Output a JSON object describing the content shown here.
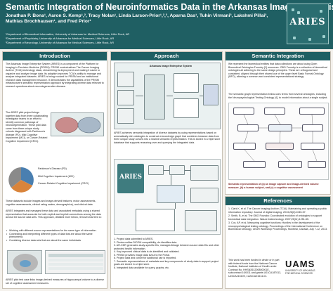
{
  "header": {
    "title": "Semantic Integration of Neuroinformatics Data in the Arkansas Image Enterprise System",
    "authors_line1": "Jonathan P. Bona¹, Aaron S. Kemp¹,², Tracy Nolan¹, Linda Larson-Prior¹,²,³, Aparna Das¹, Tuhin Virmani³, Lakshmi Pillai³,",
    "authors_line2": "Mathias Brochhausen¹, and Fred Prior¹",
    "affiliations": [
      "¹Department of Biomedical Informatics, University of Arkansas for Medical Sciences, Little Rock, AR",
      "²Department of Psychiatry, University of Arkansas for Medical Sciences, Little Rock, AR",
      "³Department of Neurology, University of Arkansas for Medical Sciences, Little Rock, AR"
    ],
    "logo_text": "ARIES"
  },
  "introduction": {
    "heading": "Introduction",
    "para1": "The Arkansas Image Enterprise System (ARIES) is a component of the Platform for Imaging in Precision Medicine (PRISM). PRISM contextualizes The Cancer Imaging Archive (TCIA) technology stack, streamlining its deployment and making it easier to organize and analyze image data. Its adaption improves TCIA's ability to manage and analyze integrated datasets. ARIES is being evolved for PRISM and an institutional research data management resource. It demonstrates the capabilities of the PRISM infrastructure's semantic representation approach by integrating diverse data relevant to research questions about neurodegenerative disease.",
    "para2": "The ARIES pilot project brings together data from three collaborating investigator teams in an effort to identify common pathways of neurodegeneration. These pilot data come from three unique study cohorts diagnosed with Parkinson's disease (PD), Mild Cognitive Impairment (MCI), or Cancer-Related Cognitive Impairment (CRCI).",
    "pie_labels": [
      "Parkinson's Disease (PD)",
      "Mild Cognitive Impairment (MCI)",
      "Cancer-Related Cognitive Impairment (CRCI)"
    ],
    "para3": "These datasets include images and image-derived features; motor assessments, cognitive assessments, clinical rating scales, demographics), and clinical data",
    "para4": "ARIES integrates and manages these data and associated metadata using a shared representation that accounts for both explicit and implicit connections among the data across the source data sets. This approach, detailed more below, removes barriers to:",
    "bullets": [
      "Working with different source representations for the same type of information.",
      "Connecting and interpreting different types of data that are about the same phenomena.",
      "Combining diverse data sets that are about the same individuals"
    ],
    "caption": "ARIES pilot test case links image-derived measures of hippocampal volume to a diverse set of cognitive assessment measures."
  },
  "approach": {
    "heading": "Approach",
    "diagram_title": "Arkansas Image Enterprise System",
    "para1": "ARIES achieves semantic integration of diverse datasets by using representations based on axiomatically-rich ontologies to construct a knowledge graph that combines instance data from three unique study cohorts into a shared semantic representation. This is stored in a triple store database that supports reasoning over and querying the integrated data.",
    "aries_label": "ARIES",
    "steps": [
      "1. Project data submitted to ARIES.",
      "2. Pinsta verifies DICOM compatibility, de-identifies data.",
      "3. AR-CDR generates study-specific IDs, manages linkage between source data IDs and other protected health information.",
      "4. Key-improved clinical data is de-identified and validated.",
      "5. PRISM provides image data in/out to the Portal.",
      "6. Project data and cohort for additional use is imported.",
      "7. Semantic representations of metadata and key components of study data to support project goals are stored in a triple store.",
      "8. Integrated data available for query, graphs, etc."
    ]
  },
  "semantic": {
    "heading": "Semantic Integration",
    "para1": "We represent the biomedical entities that data collections are about using Open Biomedical Ontologies Foundry [1] resources. OBO Foundry is a collection of biomedical ontologies all adhering to the same design principles. These are orthogonal and consistent, aligned through their shared use of the upper level Basic Formal Ontology (BFO), allowing a common and consistent representational strategy.",
    "para2": "The semantic graph representation below uses terms from several ontologies, including the Neuropsychological Testing Ontology [4], to model information about a single subject.",
    "caption": "Semantic representation of (a) an image capture and image-derived volume measure, (b) a human subject, and (c) a cognitive assessment"
  },
  "references": {
    "heading": "References",
    "items": [
      "1. Clark K, et al. The Cancer Imaging Archive (TCIA): Maintaining and operating a public information repository. Journal of digital imaging. 2013;26(6):1045-57.",
      "2. Smith, B, et al. The OBO Foundry: Coordinated evolution of ontologies to support biomedical data integration. Nature biotechnology. 2007;25(11):1251-55.",
      "3. Cox, AP, et al. Measuring cognitive functions: Hurdles in the development of the neuropsychological testing ontology. Proceedings of the International Conference on Biomedical Ontology, CEUR Workshop Proceedings, Montreal, Canada, July 7-12, 2013."
    ],
    "funding": "This work has been funded in whole or in part with federal funds from the National Cancer Institute, National Institutes of Health under Contract No. HHSN261200800001E, subcontract 16X011 and grants U01CA187013, U24CA215109, 1U24CA21514-01.",
    "uams_word": "UAMS",
    "uams_sub1": "UNIVERSITY OF ARKANSAS",
    "uams_sub2": "FOR MEDICAL SCIENCES"
  },
  "colors": {
    "header": "#1f5f63",
    "panel_head": "#1f5f63",
    "pie_pd": "#4a7fb0",
    "pie_mci": "#d9843b",
    "pie_crci": "#8a8a8a"
  }
}
